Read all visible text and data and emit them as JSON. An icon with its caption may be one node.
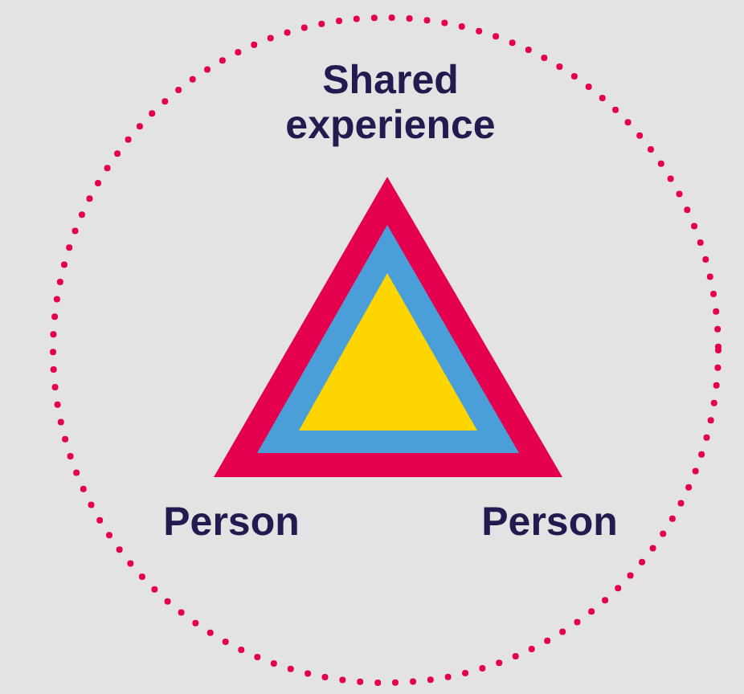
{
  "diagram": {
    "labels": [
      "Shared experience",
      "Person",
      "Person"
    ]
  }
}
